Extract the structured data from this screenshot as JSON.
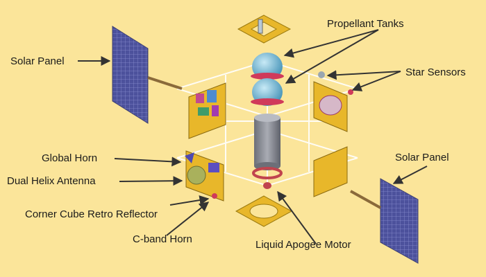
{
  "labels": {
    "solar_panel_left": "Solar Panel",
    "propellant_tanks": "Propellant Tanks",
    "star_sensors": "Star Sensors",
    "global_horn": "Global Horn",
    "dual_helix_antenna": "Dual Helix Antenna",
    "corner_cube_retro_reflector": "Corner Cube Retro Reflector",
    "c_band_horn": "C-band Horn",
    "liquid_apogee_motor": "Liquid Apogee Motor",
    "solar_panel_right": "Solar Panel"
  },
  "colors": {
    "background": "#fbe59a",
    "solar_cell": "#5a5fa8",
    "panel_gold": "#e8b72a",
    "tank_blue": "#6fb8d6",
    "tank_ring": "#d03a5a",
    "cylinder_grey": "#8a8d96",
    "arrow": "#333333"
  }
}
